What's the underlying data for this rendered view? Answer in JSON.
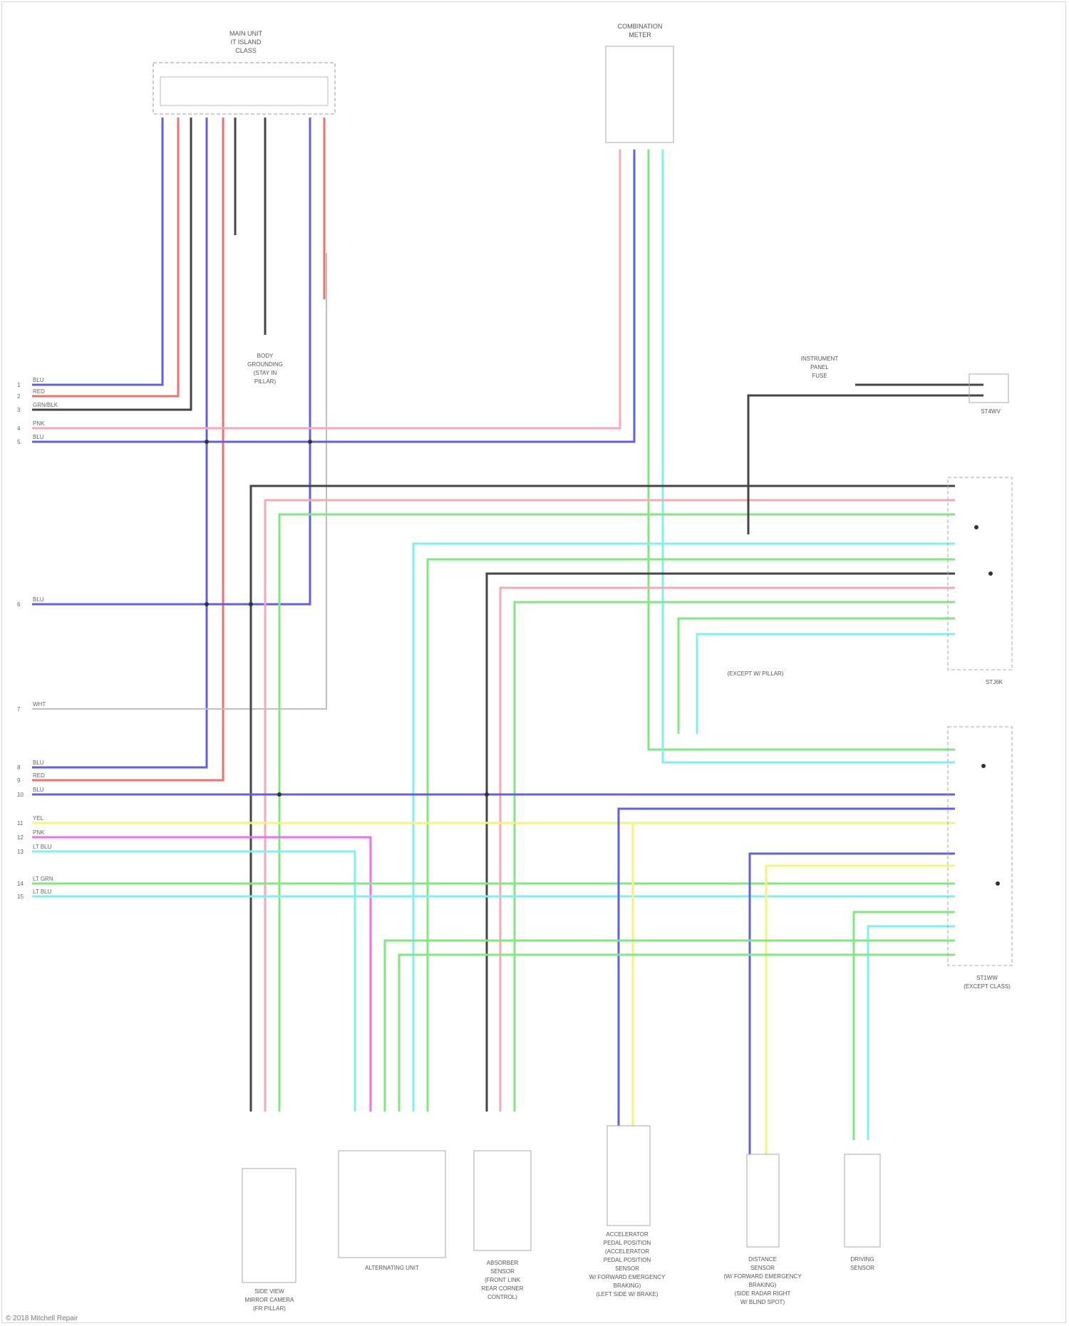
{
  "diagram": {
    "components": {
      "top_left_module": [
        "MAIN UNIT",
        "IT ISLAND",
        "CLASS"
      ],
      "top_right_module": [
        "COMBINATION",
        "METER"
      ],
      "right_top_connector": "ST4WV",
      "right_top_connector_caption": [
        "INSTRUMENT",
        "PANEL",
        "FUSE"
      ],
      "right_mid_connector": "STJ6K",
      "right_mid_caption": "(EXCEPT W/ PILLAR)",
      "right_low_connector": "ST1WW",
      "right_low_caption": "(EXCEPT CLASS)",
      "ground_label": [
        "BODY",
        "GROUNDING",
        "(STAY IN",
        "PILLAR)"
      ],
      "bottom": [
        {
          "lines": [
            "SIDE VIEW",
            "MIRROR CAMERA",
            "(FR PILLAR)"
          ]
        },
        {
          "lines": [
            "ALTERNATING UNIT"
          ]
        },
        {
          "lines": [
            "ABSORBER",
            "SENSOR",
            "(FRONT LINK",
            "REAR CORNER",
            "CONTROL)"
          ]
        },
        {
          "lines": [
            "ACCELERATOR",
            "PEDAL POSITION",
            "(ACCELERATOR",
            "PEDAL POSITION",
            "SENSOR",
            "W/ FORWARD EMERGENCY",
            "BRAKING)",
            "(LEFT SIDE W/ BRAKE)"
          ]
        },
        {
          "lines": [
            "DISTANCE",
            "SENSOR",
            "(W/ FORWARD EMERGENCY",
            "BRAKING)",
            "(SIDE RADAR RIGHT",
            "W/ BLIND SPOT)"
          ]
        },
        {
          "lines": [
            "DRIVING",
            "SENSOR"
          ]
        }
      ]
    },
    "left_pins": [
      {
        "num": "1",
        "color": "BLU"
      },
      {
        "num": "2",
        "color": "RED"
      },
      {
        "num": "3",
        "color": "GRN/BLK"
      },
      {
        "num": "4",
        "color": "PNK"
      },
      {
        "num": "5",
        "color": "BLU"
      },
      {
        "num": "6",
        "color": "BLU"
      },
      {
        "num": "7",
        "color": "WHT"
      },
      {
        "num": "8",
        "color": "BLU"
      },
      {
        "num": "9",
        "color": "RED"
      },
      {
        "num": "10",
        "color": "BLU"
      },
      {
        "num": "11",
        "color": "YEL"
      },
      {
        "num": "12",
        "color": "PNK"
      },
      {
        "num": "13",
        "color": "LT BLU"
      },
      {
        "num": "14",
        "color": "LT GRN"
      },
      {
        "num": "15",
        "color": "LT BLU"
      }
    ],
    "wire_colors": {
      "blue": "#5f5fe8",
      "red": "#f07070",
      "pink": "#f4a9b3",
      "black": "#444444",
      "green": "#7fe87f",
      "cyan": "#7ff0f0",
      "yellow": "#f4f47a",
      "magenta": "#ef70ef",
      "gray": "#bfbfbf"
    },
    "footer": "© 2018 Mitchell Repair"
  }
}
